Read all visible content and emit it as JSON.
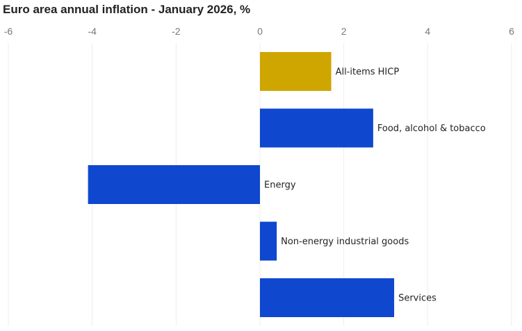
{
  "chart_data": {
    "type": "bar",
    "orientation": "horizontal",
    "title": "Euro area annual inflation - January 2026, %",
    "xlabel": "",
    "ylabel": "",
    "xlim": [
      -6,
      6
    ],
    "xticks": [
      "-6",
      "-4",
      "-2",
      "0",
      "2",
      "4",
      "6"
    ],
    "grid": true,
    "legend": "none",
    "categories": [
      "All-items HICP",
      "Food, alcohol & tobacco",
      "Energy",
      "Non-energy industrial goods",
      "Services"
    ],
    "values": [
      1.7,
      2.7,
      -4.1,
      0.4,
      3.2
    ],
    "colors": [
      "#cfa500",
      "#0f47cf",
      "#0f47cf",
      "#0f47cf",
      "#0f47cf"
    ]
  }
}
